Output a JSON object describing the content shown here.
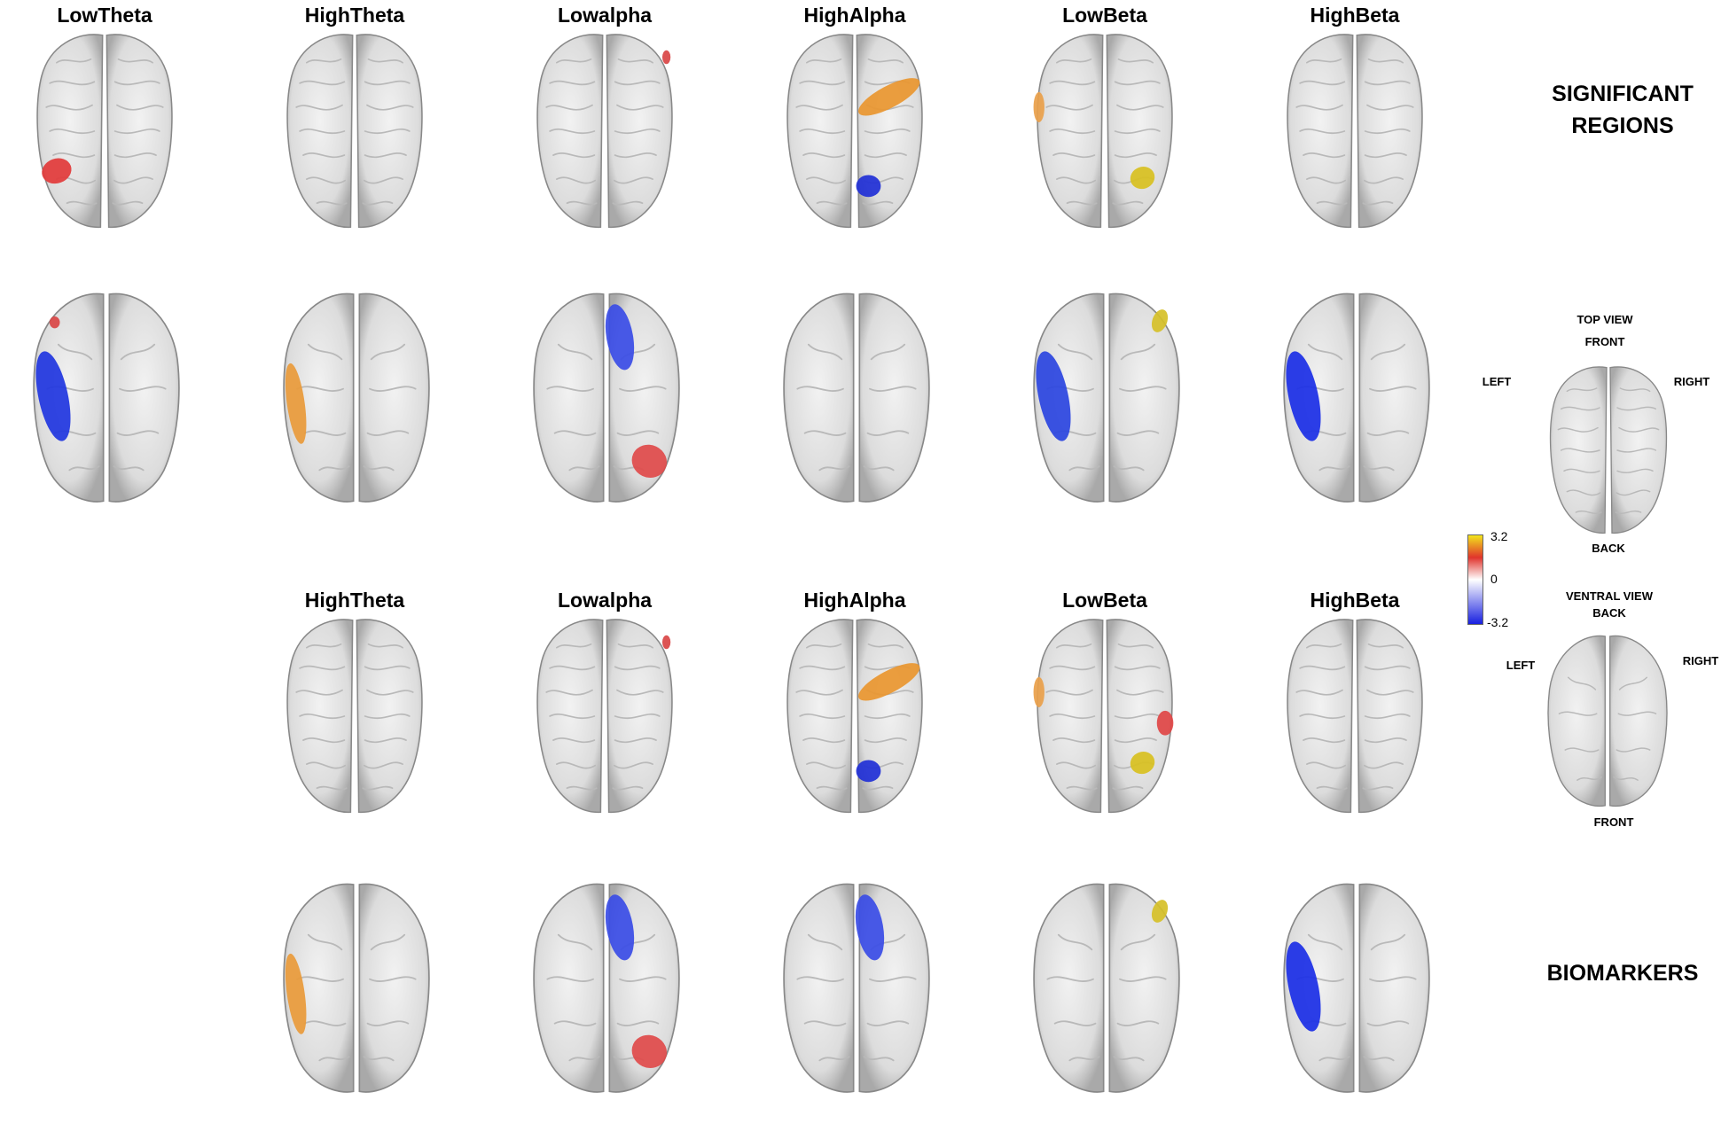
{
  "significant_regions": {
    "label_line1": "SIGNIFICANT",
    "label_line2": "REGIONS",
    "bands": [
      {
        "title": "LowTheta",
        "top_blobs": [
          {
            "region": "left-posterior",
            "color": "#e23a3a"
          }
        ],
        "ventral_blobs": [
          {
            "region": "left-lateral",
            "color": "#1f35e0"
          },
          {
            "region": "left-front-tip",
            "color": "#d94545"
          }
        ]
      },
      {
        "title": "HighTheta",
        "top_blobs": [],
        "ventral_blobs": [
          {
            "region": "left-lateral-mid",
            "color": "#e99a3a"
          }
        ]
      },
      {
        "title": "Lowalpha",
        "top_blobs": [
          {
            "region": "right-front-tip",
            "color": "#d94545"
          }
        ],
        "ventral_blobs": [
          {
            "region": "right-medial-front",
            "color": "#3a4ce6"
          },
          {
            "region": "right-posterior",
            "color": "#e04a4a"
          }
        ]
      },
      {
        "title": "HighAlpha",
        "top_blobs": [
          {
            "region": "right-central-band",
            "color": "#e9962f"
          },
          {
            "region": "right-medial-posterior",
            "color": "#1f2fd6"
          }
        ],
        "ventral_blobs": []
      },
      {
        "title": "LowBeta",
        "top_blobs": [
          {
            "region": "left-lateral-small",
            "color": "#e9a04a"
          },
          {
            "region": "right-posterior-small",
            "color": "#d8c020"
          }
        ],
        "ventral_blobs": [
          {
            "region": "left-lateral",
            "color": "#2a44e0"
          },
          {
            "region": "right-front-small",
            "color": "#d6c028"
          }
        ]
      },
      {
        "title": "HighBeta",
        "top_blobs": [],
        "ventral_blobs": [
          {
            "region": "left-lateral",
            "color": "#1a2ee6"
          }
        ]
      }
    ]
  },
  "biomarkers": {
    "label": "BIOMARKERS",
    "bands": [
      {
        "title": "HighTheta",
        "top_blobs": [],
        "ventral_blobs": [
          {
            "region": "left-lateral-mid",
            "color": "#e99a3a"
          }
        ]
      },
      {
        "title": "Lowalpha",
        "top_blobs": [
          {
            "region": "right-front-tip",
            "color": "#d94545"
          }
        ],
        "ventral_blobs": [
          {
            "region": "right-medial-front",
            "color": "#3a4ce6"
          },
          {
            "region": "right-posterior",
            "color": "#e04a4a"
          }
        ]
      },
      {
        "title": "HighAlpha",
        "top_blobs": [
          {
            "region": "right-central-band",
            "color": "#e9962f"
          },
          {
            "region": "right-medial-posterior",
            "color": "#1f2fd6"
          }
        ],
        "ventral_blobs": [
          {
            "region": "right-medial-front",
            "color": "#3a4ce6"
          }
        ]
      },
      {
        "title": "LowBeta",
        "top_blobs": [
          {
            "region": "left-lateral-small",
            "color": "#e9a04a"
          },
          {
            "region": "right-lateral-red",
            "color": "#e04545"
          },
          {
            "region": "right-posterior-small",
            "color": "#d8c020"
          }
        ],
        "ventral_blobs": [
          {
            "region": "right-front-small",
            "color": "#d6c028"
          }
        ]
      },
      {
        "title": "HighBeta",
        "top_blobs": [],
        "ventral_blobs": [
          {
            "region": "left-lateral",
            "color": "#1a2ee6"
          }
        ]
      }
    ]
  },
  "orientation": {
    "top_view": {
      "title": "TOP VIEW",
      "front": "FRONT",
      "left": "LEFT",
      "right": "RIGHT",
      "back": "BACK"
    },
    "ventral_view": {
      "title": "VENTRAL VIEW",
      "back": "BACK",
      "left": "LEFT",
      "right": "RIGHT",
      "front": "FRONT"
    }
  },
  "colorbar": {
    "max_label": "3.2",
    "mid_label": "0",
    "min_label": "-3.2",
    "max": 3.2,
    "min": -3.2,
    "colors": [
      "#f2e41c",
      "#e0342c",
      "#ffffff",
      "#1820e0"
    ]
  }
}
